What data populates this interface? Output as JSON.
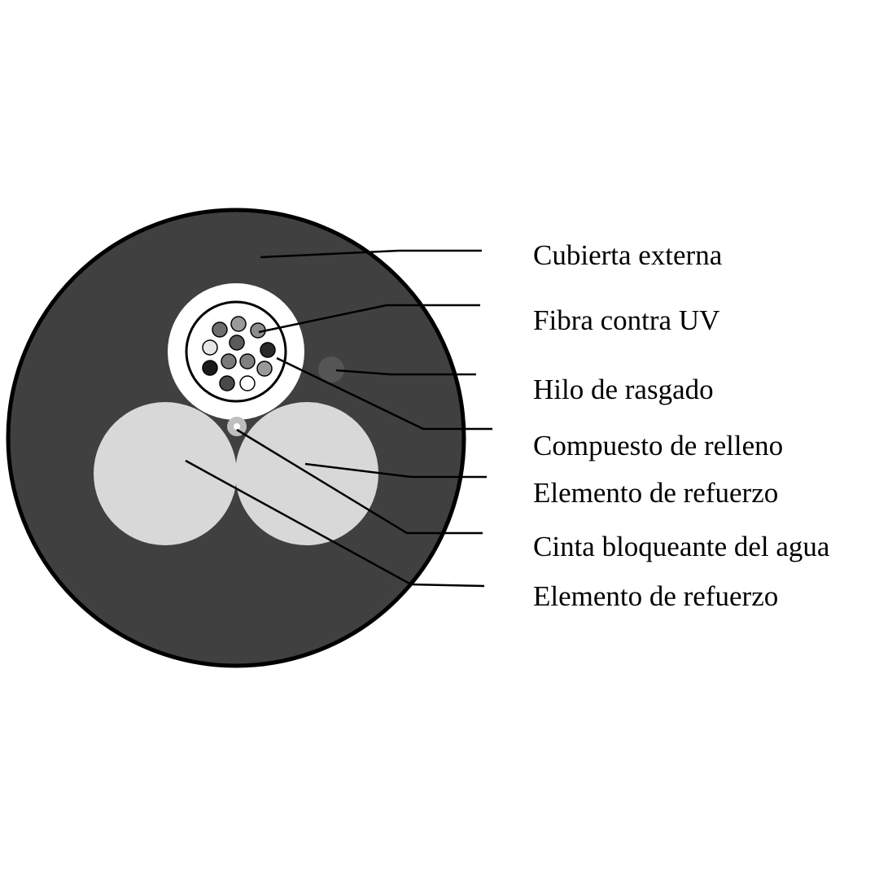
{
  "labels": {
    "outer_sheath": "Cubierta externa",
    "uv_fiber": "Fibra contra UV",
    "ripcord": "Hilo de rasgado",
    "filling_compound": "Compuesto de relleno",
    "strength_member_1": "Elemento de refuerzo",
    "water_blocking_tape": "Cinta bloqueante del agua",
    "strength_member_2": "Elemento de refuerzo"
  },
  "colors": {
    "sheath": "#404040",
    "sheath_outline": "#000000",
    "strength_member": "#d8d8d8",
    "tube": "#ffffff",
    "ripcord": "#555555",
    "leader_line": "#000000"
  },
  "fibers": [
    {
      "color": "#6e6e6e"
    },
    {
      "color": "#9a9a9a"
    },
    {
      "color": "#8c8c8c"
    },
    {
      "color": "#e6e6e6"
    },
    {
      "color": "#5a5a5a"
    },
    {
      "color": "#2a2a2a"
    },
    {
      "color": "#1a1a1a"
    },
    {
      "color": "#7a7a7a"
    },
    {
      "color": "#808080"
    },
    {
      "color": "#999999"
    },
    {
      "color": "#4a4a4a"
    },
    {
      "color": "#ffffff"
    }
  ]
}
